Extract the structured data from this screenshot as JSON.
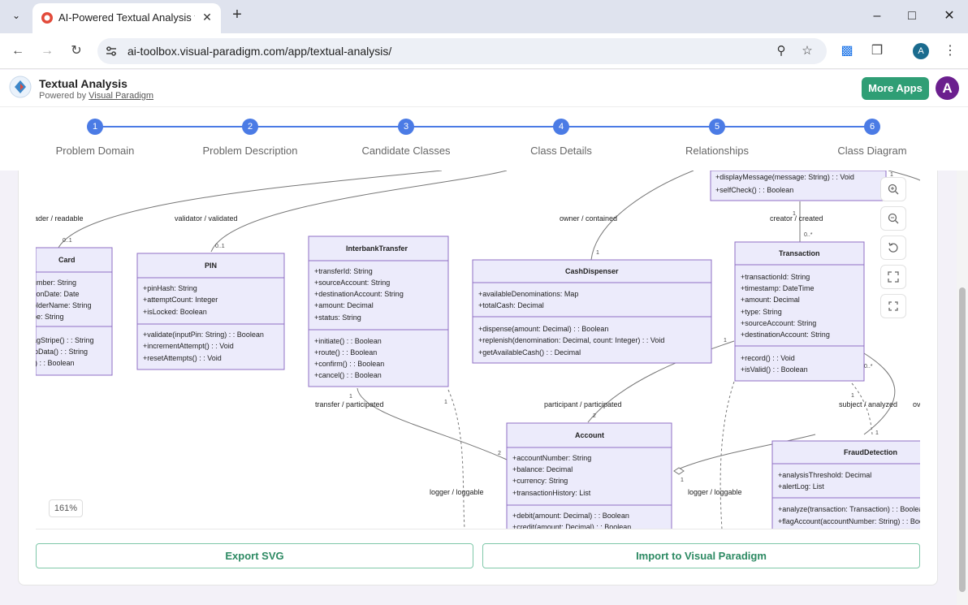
{
  "browser": {
    "tab_title": "AI-Powered Textual Analysis for",
    "url": "ai-toolbox.visual-paradigm.com/app/textual-analysis/",
    "profile_initial": "A"
  },
  "app": {
    "title": "Textual Analysis",
    "powered_prefix": "Powered by",
    "powered_link": "Visual Paradigm",
    "more_apps": "More Apps",
    "avatar": "A"
  },
  "steps": [
    {
      "num": "1",
      "label": "Problem Domain"
    },
    {
      "num": "2",
      "label": "Problem Description"
    },
    {
      "num": "3",
      "label": "Candidate Classes"
    },
    {
      "num": "4",
      "label": "Class Details"
    },
    {
      "num": "5",
      "label": "Relationships"
    },
    {
      "num": "6",
      "label": "Class Diagram"
    }
  ],
  "diagram": {
    "zoom": "161%",
    "classes": [
      {
        "name": "Card",
        "attrs": [
          "umber: String",
          "tionDate: Date",
          "olderName: String",
          "pe: String"
        ],
        "ops": [
          "agStripe() : : String",
          "ipData() : : String",
          "() : : Boolean"
        ]
      },
      {
        "name": "PIN",
        "attrs": [
          "+pinHash: String",
          "+attemptCount: Integer",
          "+isLocked: Boolean"
        ],
        "ops": [
          "+validate(inputPin: String) : : Boolean",
          "+incrementAttempt() : : Void",
          "+resetAttempts() : : Void"
        ]
      },
      {
        "name": "InterbankTransfer",
        "attrs": [
          "+transferId: String",
          "+sourceAccount: String",
          "+destinationAccount: String",
          "+amount: Decimal",
          "+status: String"
        ],
        "ops": [
          "+initiate() : : Boolean",
          "+route() : : Boolean",
          "+confirm() : : Boolean",
          "+cancel() : : Boolean"
        ]
      },
      {
        "name": "CashDispenser",
        "attrs": [
          "+availableDenominations: Map",
          "+totalCash: Decimal"
        ],
        "ops": [
          "+dispense(amount: Decimal) : : Boolean",
          "+replenish(denomination: Decimal, count: Integer) : : Void",
          "+getAvailableCash() : : Decimal"
        ]
      },
      {
        "name": "Transaction",
        "attrs": [
          "+transactionId: String",
          "+timestamp: DateTime",
          "+amount: Decimal",
          "+type: String",
          "+sourceAccount: String",
          "+destinationAccount: String"
        ],
        "ops": [
          "+record() : : Void",
          "+isValid() : : Boolean"
        ]
      },
      {
        "name": "Account",
        "attrs": [
          "+accountNumber: String",
          "+balance: Decimal",
          "+currency: String",
          "+transactionHistory: List"
        ],
        "ops": [
          "+debit(amount: Decimal) : : Boolean",
          "+credit(amount: Decimal) : : Boolean"
        ]
      },
      {
        "name": "FraudDetection",
        "attrs": [
          "+analysisThreshold: Decimal",
          "+alertLog: List"
        ],
        "ops": [
          "+analyze(transaction: Transaction) : : Boolean",
          "+flagAccount(accountNumber: String) : : Boolean"
        ]
      }
    ],
    "top_ops": [
      "+displayMessage(message: String) : : Void",
      "+selfCheck() : : Boolean"
    ],
    "assoc_labels": {
      "reader": "ader / readable",
      "validator": "validator / validated",
      "owner": "owner / contained",
      "creator": "creator / created",
      "transfer": "transfer / participated",
      "participant": "participant / participated",
      "subject": "subject / analyzed",
      "logger1": "logger / loggable",
      "logger2": "logger / loggable",
      "ov": "ov"
    },
    "multiplicities": {
      "m01a": "0..1",
      "m01b": "0..1",
      "m1a": "1",
      "m1b": "1",
      "m0s": "0..*",
      "m1c": "1",
      "m1d": "1",
      "m1e": "1",
      "m2a": "2",
      "m2b": "2",
      "m0s2": "0..*",
      "m1f": "1",
      "m1g": "1",
      "m1h": "1",
      "m1i": "1"
    }
  },
  "actions": {
    "export_svg": "Export SVG",
    "import_vp": "Import to Visual Paradigm"
  }
}
